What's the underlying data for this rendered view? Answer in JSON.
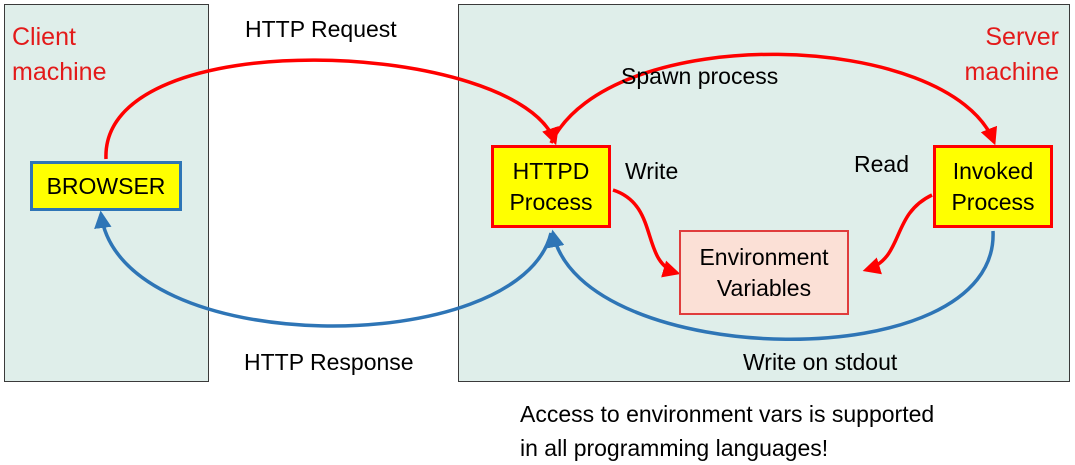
{
  "regions": {
    "client": "Client\nmachine",
    "server": "Server\nmachine"
  },
  "boxes": {
    "browser": "BROWSER",
    "httpd": "HTTPD\nProcess",
    "invoked": "Invoked\nProcess",
    "env": "Environment\nVariables"
  },
  "labels": {
    "request": "HTTP Request",
    "spawn": "Spawn process",
    "write": "Write",
    "read": "Read",
    "response": "HTTP Response",
    "stdout": "Write on stdout"
  },
  "footnote": "Access to environment vars is supported\nin all programming languages!",
  "colors": {
    "request_arrow": "#ff0000",
    "response_arrow": "#2e75b6",
    "panel_fill": "#dfeeea",
    "process_fill": "#ffff00",
    "env_fill": "#fbe0d6",
    "region_label": "#e31a1a"
  }
}
